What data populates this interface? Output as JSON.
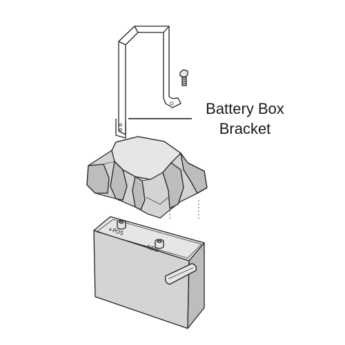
{
  "callout": {
    "line1": "Battery Box",
    "line2": "Bracket"
  },
  "battery": {
    "positive_label": "+POS",
    "negative_label": "−NEG"
  },
  "colors": {
    "fill": "#d4d4d4",
    "outline": "#222222",
    "background": "#ffffff"
  }
}
